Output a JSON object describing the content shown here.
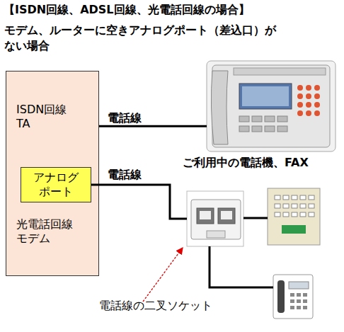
{
  "diagram": {
    "title": "【ISDN回線、ADSL回線、光電話回線の場合】",
    "nodes": [
      {
        "text": [
          "ISDN回線 TA",
          "光電話回線 モデム"
        ]
      },
      {
        "text": [
          "アナログ ポート"
        ],
        "in": 0
      },
      {
        "text": [
          "ご利用中の電話機、FAX"
        ]
      },
      {
        "text": [
          "電話線の二叉ソケット"
        ]
      }
    ],
    "edges": [
      {
        "from": 0,
        "to": 2,
        "arrow": "none",
        "label": "電話線"
      },
      {
        "from": 1,
        "to": 3,
        "arrow": "none",
        "label": "電話線"
      }
    ],
    "labels": [
      "モデム、ルーターに空きアナログポート（差込口）が ない場合"
    ]
  }
}
